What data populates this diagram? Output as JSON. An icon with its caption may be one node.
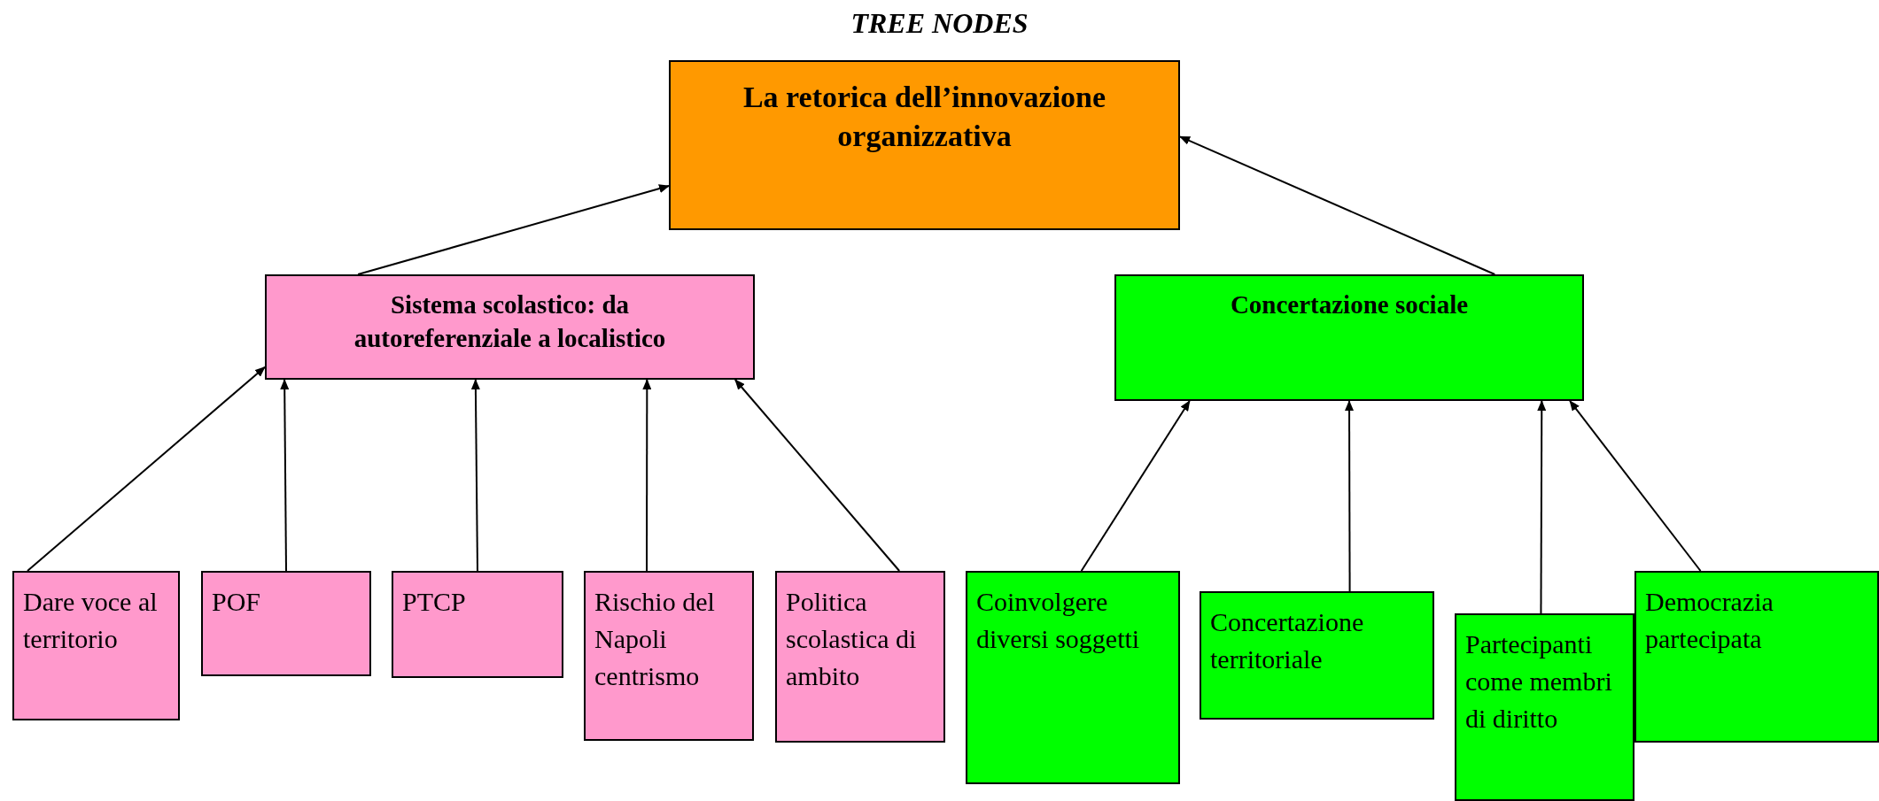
{
  "diagram": {
    "title": "TREE NODES",
    "nodes": [
      {
        "text": [
          "La retorica dell’innovazione organizzativa"
        ]
      },
      {
        "text": [
          "Sistema  scolastico: da autoreferenziale a localistico"
        ]
      },
      {
        "text": [
          "Concertazione sociale"
        ]
      },
      {
        "text": [
          "Dare voce al territorio"
        ]
      },
      {
        "text": [
          "POF"
        ]
      },
      {
        "text": [
          "PTCP"
        ]
      },
      {
        "text": [
          "Rischio del Napoli centrismo"
        ]
      },
      {
        "text": [
          "Politica scolastica di ambito"
        ]
      },
      {
        "text": [
          "Coinvolgere diversi soggetti"
        ]
      },
      {
        "text": [
          "Concertazione territoriale"
        ]
      },
      {
        "text": [
          "Partecipanti come membri di diritto"
        ]
      },
      {
        "text": [
          "Democrazia partecipata"
        ]
      }
    ],
    "edges": [
      {
        "from": 1,
        "to": 0,
        "arrow": "to"
      },
      {
        "from": 2,
        "to": 0,
        "arrow": "to"
      },
      {
        "from": 3,
        "to": 1,
        "arrow": "to"
      },
      {
        "from": 4,
        "to": 1,
        "arrow": "to"
      },
      {
        "from": 5,
        "to": 1,
        "arrow": "to"
      },
      {
        "from": 6,
        "to": 1,
        "arrow": "to"
      },
      {
        "from": 7,
        "to": 1,
        "arrow": "to"
      },
      {
        "from": 8,
        "to": 2,
        "arrow": "to"
      },
      {
        "from": 9,
        "to": 2,
        "arrow": "to"
      },
      {
        "from": 10,
        "to": 2,
        "arrow": "to"
      },
      {
        "from": 11,
        "to": 2,
        "arrow": "to"
      }
    ]
  }
}
